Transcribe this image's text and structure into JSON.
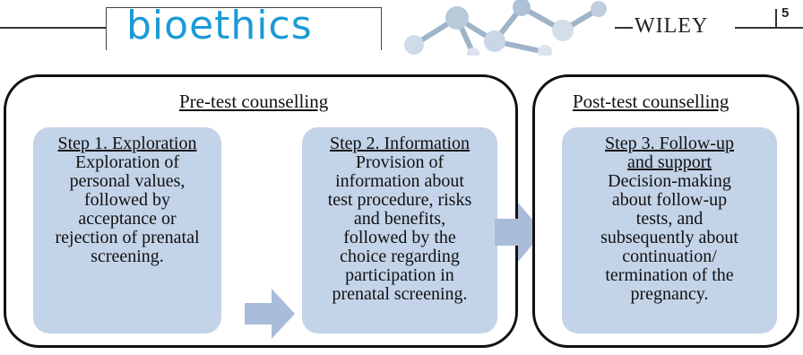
{
  "header": {
    "journal_name": "bioethics",
    "publisher": "WILEY",
    "page_number": "5",
    "decoration_icon": "molecule-icon"
  },
  "diagram": {
    "pre_test": {
      "title": "Pre-test counselling",
      "step1": {
        "title": "Step 1. Exploration",
        "lines": [
          "Exploration of",
          "personal values,",
          "followed by",
          "acceptance or",
          "rejection of prenatal",
          "screening."
        ]
      },
      "step2": {
        "title": "Step 2. Information",
        "lines": [
          "Provision of",
          "information about",
          "test procedure, risks",
          "and benefits,",
          "followed by the",
          "choice regarding",
          "participation in",
          "prenatal screening."
        ]
      }
    },
    "post_test": {
      "title": "Post-test counselling",
      "step3": {
        "title_lines": [
          "Step 3. Follow-up",
          "and support"
        ],
        "lines": [
          "Decision-making",
          "about follow-up",
          "tests, and",
          "subsequently about",
          "continuation/",
          "termination of the",
          "pregnancy."
        ]
      }
    },
    "arrow_icon": "right-arrow-icon",
    "colors": {
      "step_fill": "#c3d3e8",
      "arrow_fill": "#a9bcd9",
      "brand_blue": "#1b9ad6"
    }
  }
}
